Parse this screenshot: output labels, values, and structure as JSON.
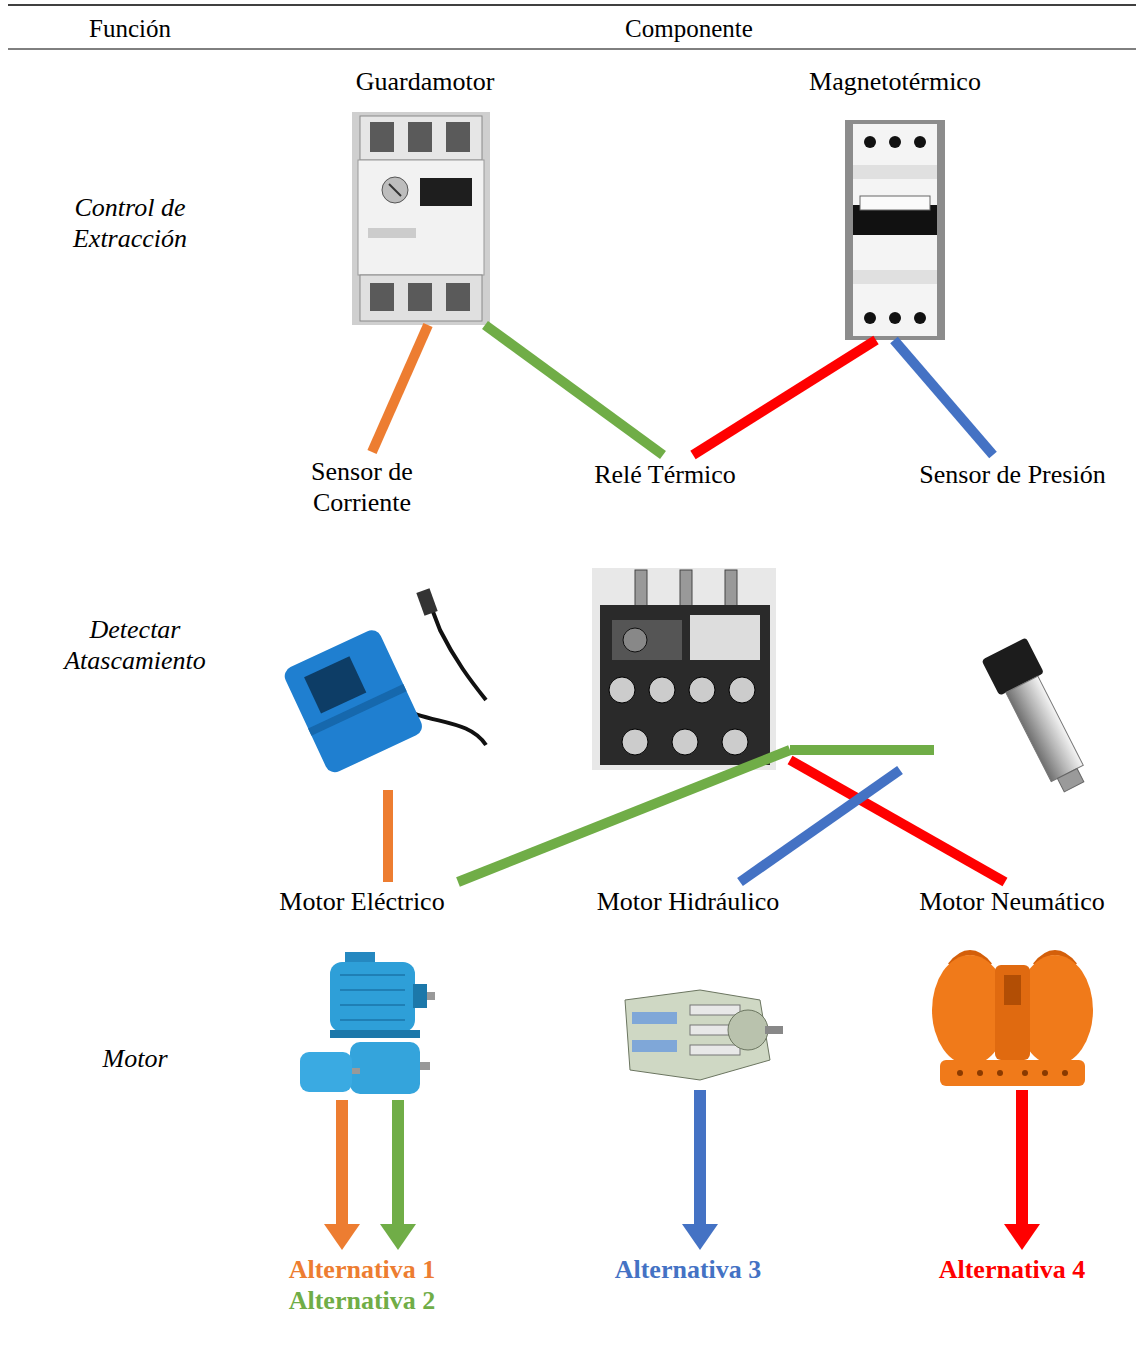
{
  "diagram": {
    "nodes": [
      {
        "text": [
          "Guardamotor"
        ]
      },
      {
        "text": [
          "Magnetotérmico"
        ]
      },
      {
        "text": [
          "Sensor de Corriente"
        ]
      },
      {
        "text": [
          "Relé Térmico"
        ]
      },
      {
        "text": [
          "Sensor de Presión"
        ]
      },
      {
        "text": [
          "Motor Eléctrico"
        ]
      },
      {
        "text": [
          "Motor Hidráulico"
        ]
      },
      {
        "text": [
          "Motor Neumático"
        ]
      },
      {
        "text": [
          "Alternativa 1",
          "Alternativa 2"
        ]
      },
      {
        "text": [
          "Alternativa 3"
        ]
      },
      {
        "text": [
          "Alternativa 4"
        ]
      }
    ],
    "edges": [
      {
        "from": 0,
        "to": 2,
        "arrow": "none"
      },
      {
        "from": 0,
        "to": 3,
        "arrow": "none"
      },
      {
        "from": 1,
        "to": 3,
        "arrow": "none"
      },
      {
        "from": 1,
        "to": 4,
        "arrow": "none"
      },
      {
        "from": 2,
        "to": 5,
        "arrow": "none"
      },
      {
        "from": 3,
        "to": 5,
        "arrow": "none"
      },
      {
        "from": 3,
        "to": 7,
        "arrow": "none"
      },
      {
        "from": 4,
        "to": 6,
        "arrow": "none"
      },
      {
        "from": 5,
        "to": 8,
        "arrow": "to"
      },
      {
        "from": 5,
        "to": 8,
        "arrow": "to"
      },
      {
        "from": 6,
        "to": 9,
        "arrow": "to"
      },
      {
        "from": 7,
        "to": 10,
        "arrow": "to"
      }
    ],
    "labels": [
      "Función",
      "Componente",
      "Control de Extracción",
      "Detectar Atascamiento",
      "Motor"
    ]
  }
}
